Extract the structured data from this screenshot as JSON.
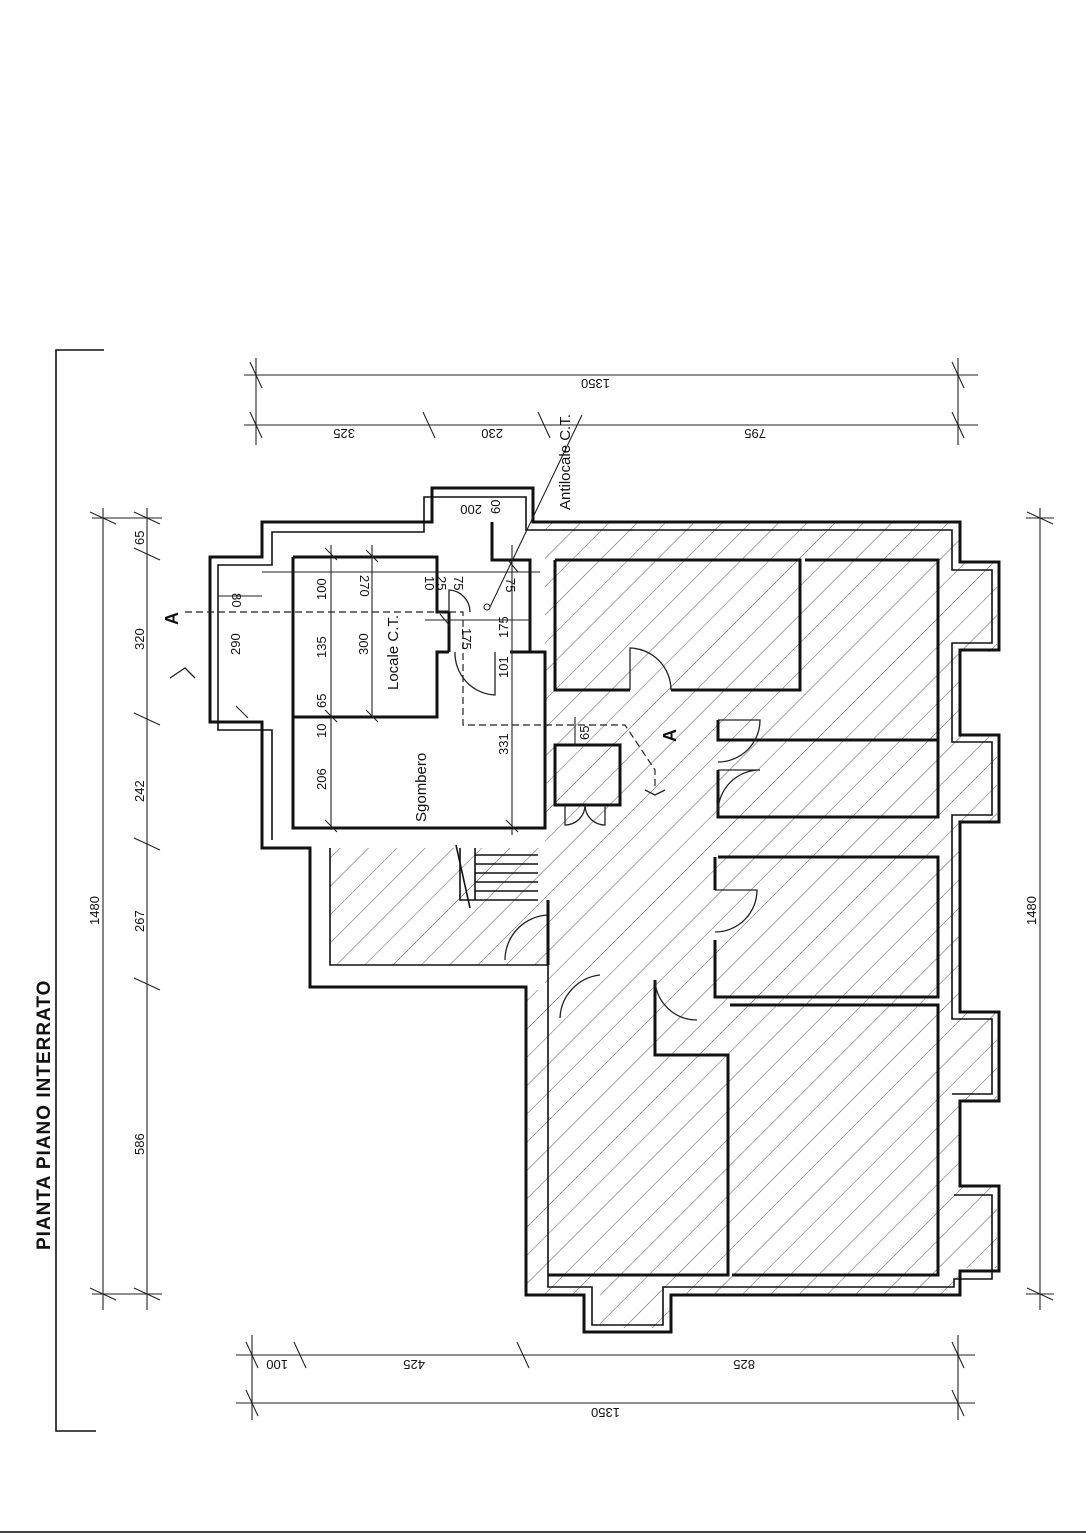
{
  "title": "PIANTA PIANO INTERRATO",
  "rooms": {
    "locale": "Locale C.T.",
    "sgombero": "Sgombero",
    "antilocale": "Antilocale C.T."
  },
  "section_label": "A",
  "dimensions": {
    "top_total": "1350",
    "top_parts": [
      "325",
      "230",
      "795"
    ],
    "left_total": "1480",
    "left_parts": [
      "65",
      "320",
      "242",
      "267",
      "586"
    ],
    "right_total": "1480",
    "bottom_parts": [
      "100",
      "425",
      "825"
    ],
    "bottom_total": "1350",
    "inner": {
      "d290": "290",
      "d80": "80",
      "d100": "100",
      "d135": "135",
      "d65a": "65",
      "d10a": "10",
      "d206": "206",
      "d270": "270",
      "d300": "300",
      "d10b": "10",
      "d25": "25",
      "d75a": "75",
      "d75b": "75",
      "d175a": "175",
      "d175b": "175",
      "d101": "101",
      "d331": "331",
      "d65b": "65",
      "d200": "200",
      "d60": "60"
    }
  }
}
